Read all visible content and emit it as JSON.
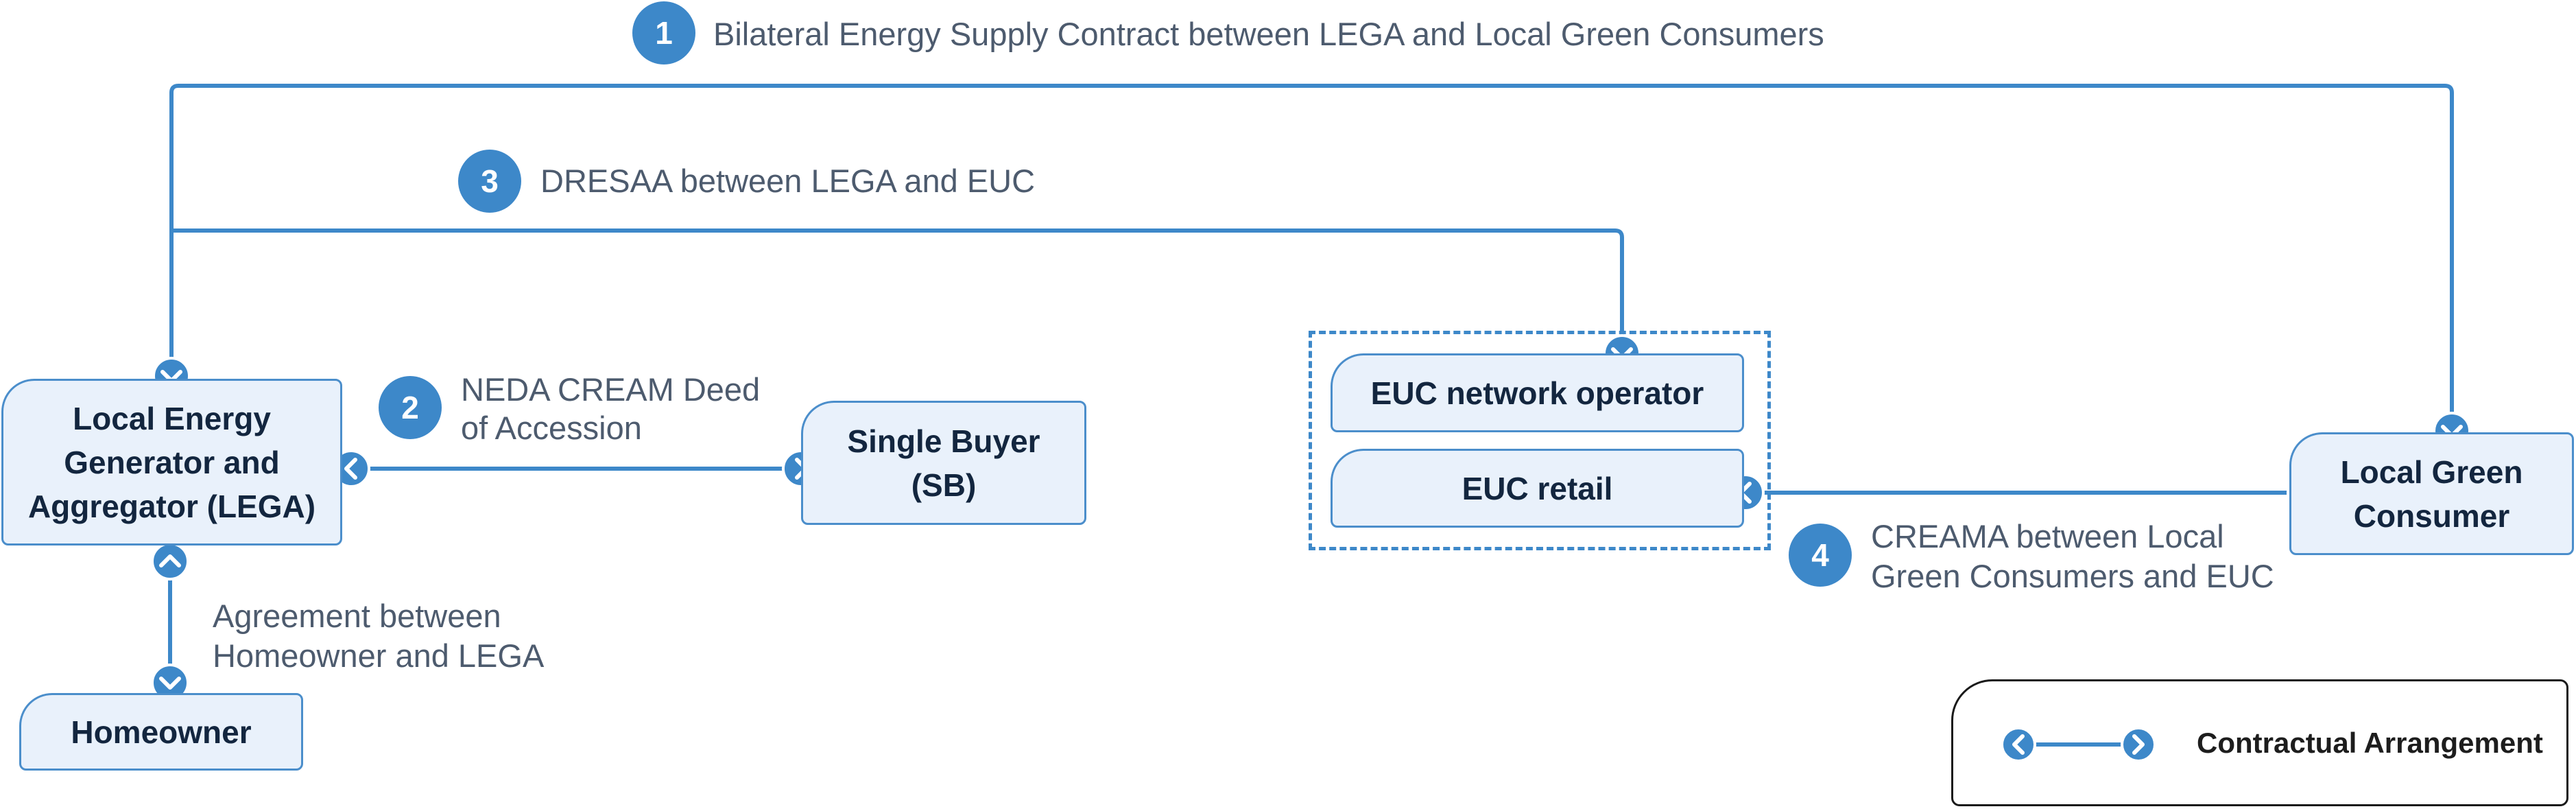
{
  "nodes": {
    "lega": "Local Energy Generator and Aggregator (LEGA)",
    "single_buyer": "Single Buyer (SB)",
    "homeowner": "Homeowner",
    "euc_network": "EUC network operator",
    "euc_retail": "EUC retail",
    "local_green": "Local Green Consumer"
  },
  "contracts": {
    "c1": {
      "number": "1",
      "label": "Bilateral Energy Supply Contract between LEGA and Local Green Consumers"
    },
    "c2": {
      "number": "2",
      "label_line1": "NEDA CREAM Deed",
      "label_line2": "of Accession"
    },
    "c3": {
      "number": "3",
      "label": "DRESAA between LEGA and EUC"
    },
    "c4": {
      "number": "4",
      "label_line1": "CREAMA between Local",
      "label_line2": "Green Consumers and EUC"
    },
    "homeowner_agreement": {
      "label_line1": "Agreement between",
      "label_line2": "Homeowner and LEGA"
    }
  },
  "legend": {
    "label": "Contractual Arrangement"
  },
  "colors": {
    "line": "#3d88c9",
    "box_fill": "#e9f1fb",
    "box_border": "#4b8ecb",
    "text_dark": "#13263f",
    "text_label": "#4d5b6e"
  }
}
